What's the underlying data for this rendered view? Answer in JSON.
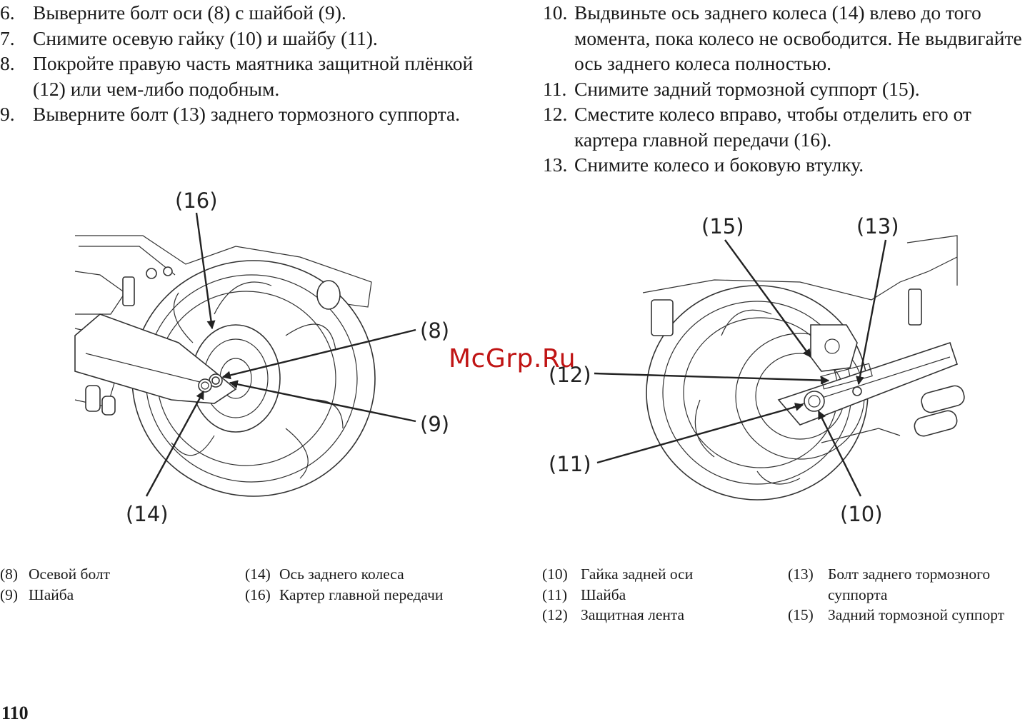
{
  "steps_left": [
    {
      "num": "6.",
      "text": "Выверните болт оси (8) с шайбой (9)."
    },
    {
      "num": "7.",
      "text": "Снимите осевую гайку (10) и шайбу (11)."
    },
    {
      "num": "8.",
      "text": "Покройте правую часть маятника защитной плёнкой (12) или чем-либо подобным."
    },
    {
      "num": "9.",
      "text": "Выверните болт (13) заднего тормозного суппорта."
    }
  ],
  "steps_right": [
    {
      "num": "10.",
      "text": "Выдвиньте ось заднего колеса (14) влево до того момента, пока колесо не освободится. Не выдвигайте ось заднего колеса полностью."
    },
    {
      "num": "11.",
      "text": "Снимите задний тормозной суппорт (15)."
    },
    {
      "num": "12.",
      "text": "Сместите колесо вправо, чтобы отделить его от картера главной передачи (16)."
    },
    {
      "num": "13.",
      "text": "Снимите колесо и боковую втулку."
    }
  ],
  "left_figure": {
    "callouts": [
      "(16)",
      "(8)",
      "(9)",
      "(14)"
    ],
    "legend_col1": [
      {
        "num": "(8)",
        "text": "Осевой болт"
      },
      {
        "num": "(9)",
        "text": "Шайба"
      }
    ],
    "legend_col2": [
      {
        "num": "(14)",
        "text": "Ось заднего колеса"
      },
      {
        "num": "(16)",
        "text": "Картер главной передачи"
      }
    ]
  },
  "right_figure": {
    "callouts": [
      "(15)",
      "(13)",
      "(12)",
      "(11)",
      "(10)"
    ],
    "legend_col1": [
      {
        "num": "(10)",
        "text": "Гайка задней оси"
      },
      {
        "num": "(11)",
        "text": "Шайба"
      },
      {
        "num": "(12)",
        "text": "Защитная лента"
      }
    ],
    "legend_col2": [
      {
        "num": "(13)",
        "text": "Болт заднего тормозного суппорта"
      },
      {
        "num": "(15)",
        "text": "Задний тормозной суппорт"
      }
    ]
  },
  "watermark": "McGrp.Ru",
  "page_number": "110"
}
